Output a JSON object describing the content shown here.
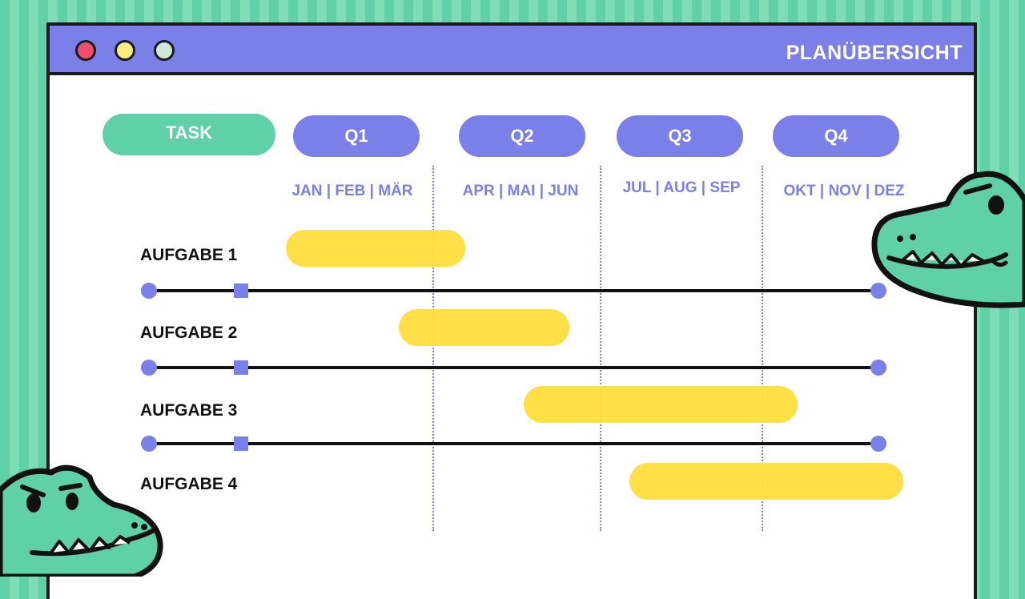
{
  "window": {
    "title": "PLANÜBERSICHT"
  },
  "header": {
    "task_label": "TASK",
    "quarters": [
      "Q1",
      "Q2",
      "Q3",
      "Q4"
    ],
    "months": [
      "JAN | FEB | MÄR",
      "APR | MAI | JUN",
      "JUL | AUG | SEP",
      "OKT | NOV | DEZ"
    ]
  },
  "tasks": [
    {
      "label": "AUFGABE 1"
    },
    {
      "label": "AUFGABE 2"
    },
    {
      "label": "AUFGABE 3"
    },
    {
      "label": "AUFGABE 4"
    }
  ],
  "colors": {
    "accent": "#7b7fe8",
    "task_pill": "#5fd0a8",
    "bar": "#ffdd3c",
    "background_stripe": "#7edcb9"
  },
  "decorations": [
    "crocodile-mascot-top-right",
    "crocodile-mascot-bottom-left"
  ]
}
